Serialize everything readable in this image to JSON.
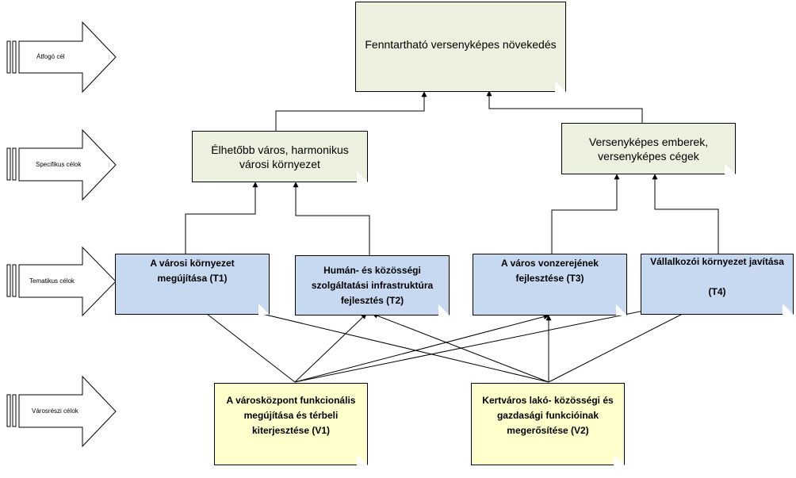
{
  "levels": [
    {
      "id": "atfogo",
      "label": "Átfogó cél"
    },
    {
      "id": "specifikus",
      "label": "Specifikus célok"
    },
    {
      "id": "tematikus",
      "label": "Tematikus célok"
    },
    {
      "id": "varosreszi",
      "label": "Városrészi célok"
    }
  ],
  "nodes": {
    "overall": {
      "lines": [
        "Fenntartható versenyképes növekedés"
      ]
    },
    "s1": {
      "lines": [
        "Élhetőbb város, harmonikus",
        "városi környezet"
      ]
    },
    "s2": {
      "lines": [
        "Versenyképes emberek,",
        "versenyképes cégek"
      ]
    },
    "t1": {
      "lines": [
        "A városi környezet",
        "megújítása (T1)"
      ]
    },
    "t2": {
      "lines": [
        "Humán- és közösségi",
        "szolgáltatási infrastruktúra",
        "fejlesztés (T2)"
      ]
    },
    "t3": {
      "lines": [
        "A város vonzerejének",
        "fejlesztése (T3)"
      ]
    },
    "t4": {
      "lines": [
        "Vállalkozói környezet javítása",
        "",
        "(T4)"
      ]
    },
    "v1": {
      "lines": [
        "A városközpont funkcionális",
        "megújítása és térbeli",
        "kiterjesztése (V1)"
      ]
    },
    "v2": {
      "lines": [
        "Kertváros lakó- közösségi és",
        "gazdasági funkcióinak",
        "megerősítése (V2)"
      ]
    }
  },
  "colors": {
    "green": "#ebf1de",
    "blue": "#c6d9f1",
    "yellow": "#ffffcc",
    "line": "#000000"
  }
}
